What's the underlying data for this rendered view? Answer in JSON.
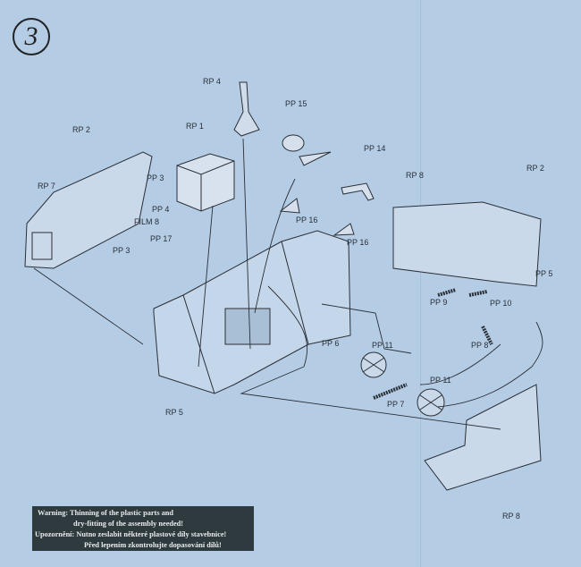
{
  "step_number": "3",
  "labels": {
    "rp4": "RP 4",
    "rp1": "RP 1",
    "pp15": "PP 15",
    "rp2_left": "RP 2",
    "rp7": "RP 7",
    "pp3_top": "PP 3",
    "pp4": "PP 4",
    "film8": "FILM 8",
    "pp3_bottom": "PP 3",
    "pp17": "PP 17",
    "pp16_top": "PP 16",
    "pp14": "PP 14",
    "pp16_bottom": "PP 16",
    "rp8_top": "RP 8",
    "rp2_right": "RP 2",
    "pp5": "PP 5",
    "pp9": "PP 9",
    "pp10": "PP 10",
    "pp8": "PP 8",
    "pp6": "PP 6",
    "pp11_left": "PP 11",
    "pp11_right": "PP 11",
    "pp7": "PP 7",
    "rp5": "RP 5",
    "rp8_bottom": "RP 8"
  },
  "warning": {
    "line1": "Warning: Thinning of the plastic parts and",
    "line2": "dry-fitting of the assembly needed!",
    "line3": "Upozornění: Nutno zeslabit některé plastové díly stavebnice!",
    "line4": "Před lepením zkontrolujte dopasování dílů!"
  }
}
